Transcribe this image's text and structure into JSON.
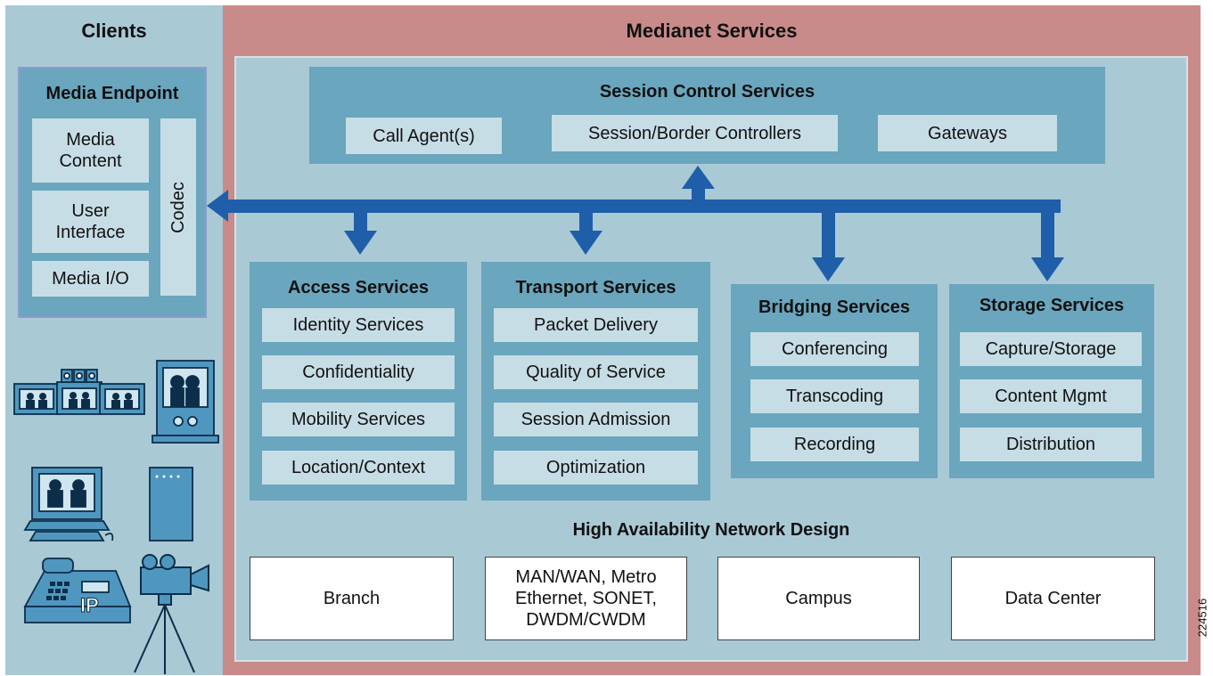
{
  "clients": {
    "title": "Clients",
    "endpoint": {
      "title": "Media Endpoint",
      "items": [
        "Media\nContent",
        "User\nInterface",
        "Media I/O"
      ],
      "codec": "Codec"
    },
    "devices": [
      "telepresence-icon",
      "video-phone-icon",
      "desktop-video-icon",
      "set-top-box-icon",
      "ip-phone-icon",
      "video-camera-icon"
    ],
    "ip_label": "IP"
  },
  "medianet": {
    "title": "Medianet Services",
    "session_control": {
      "title": "Session Control Services",
      "items": [
        "Call Agent(s)",
        "Session/Border Controllers",
        "Gateways"
      ]
    },
    "access": {
      "title": "Access Services",
      "items": [
        "Identity Services",
        "Confidentiality",
        "Mobility Services",
        "Location/Context"
      ]
    },
    "transport": {
      "title": "Transport Services",
      "items": [
        "Packet Delivery",
        "Quality of Service",
        "Session Admission",
        "Optimization"
      ]
    },
    "bridging": {
      "title": "Bridging Services",
      "items": [
        "Conferencing",
        "Transcoding",
        "Recording"
      ]
    },
    "storage": {
      "title": "Storage Services",
      "items": [
        "Capture/Storage",
        "Content Mgmt",
        "Distribution"
      ]
    },
    "ha": {
      "title": "High Availability Network Design",
      "items": [
        "Branch",
        "MAN/WAN, Metro\nEthernet, SONET,\nDWDM/CWDM",
        "Campus",
        "Data Center"
      ]
    }
  },
  "figure_id": "224516",
  "colors": {
    "clients_bg": "#a9c9d5",
    "medianet_border": "#c98a8a",
    "inner_bg": "#a9c9d5",
    "panel": "#6aa6bd",
    "item": "#c7dde6",
    "arrow": "#1f5ea8"
  }
}
